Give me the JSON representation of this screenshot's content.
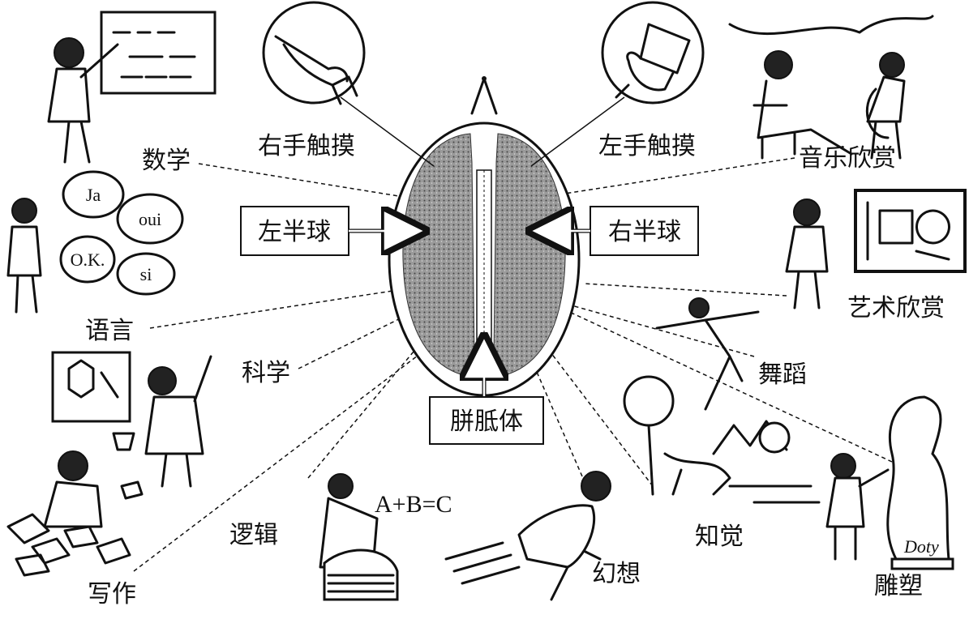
{
  "labels": {
    "math": "数学",
    "right_hand_touch": "右手触摸",
    "left_hand_touch": "左手触摸",
    "music": "音乐欣赏",
    "left_hemisphere": "左半球",
    "right_hemisphere": "右半球",
    "language": "语言",
    "science": "科学",
    "art": "艺术欣赏",
    "dance": "舞蹈",
    "corpus_callosum": "胼胝体",
    "logic": "逻辑",
    "formula": "A+B=C",
    "writing": "写作",
    "fantasy": "幻想",
    "perception": "知觉",
    "sculpture": "雕塑"
  },
  "speech_bubbles": [
    "Ja",
    "oui",
    "O.K.",
    "si"
  ],
  "sculpture_signature": "Doty"
}
